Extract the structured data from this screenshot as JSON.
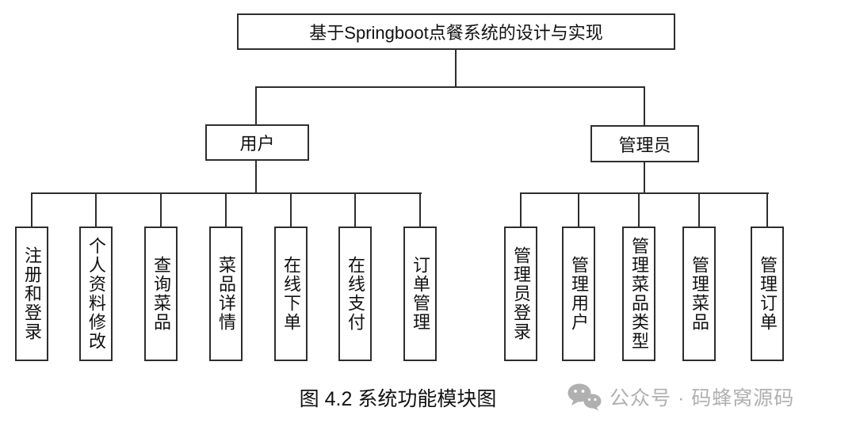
{
  "diagram": {
    "root_label": "基于Springboot点餐系统的设计与实现",
    "branches": [
      {
        "label": "用户",
        "children": [
          "注册和登录",
          "个人资料修改",
          "查询菜品",
          "菜品详情",
          "在线下单",
          "在线支付",
          "订单管理"
        ]
      },
      {
        "label": "管理员",
        "children": [
          "管理员登录",
          "管理用户",
          "管理菜品类型",
          "管理菜品",
          "管理订单"
        ]
      }
    ]
  },
  "caption": {
    "text": "图 4.2 系统功能模块图"
  },
  "watermark": {
    "icon": "wechat-icon",
    "text": "公众号 · 码蜂窝源码",
    "color": "#b0b0b0"
  },
  "colors": {
    "background": "#ffffff",
    "line": "#2e2e2e",
    "text": "#111111"
  }
}
